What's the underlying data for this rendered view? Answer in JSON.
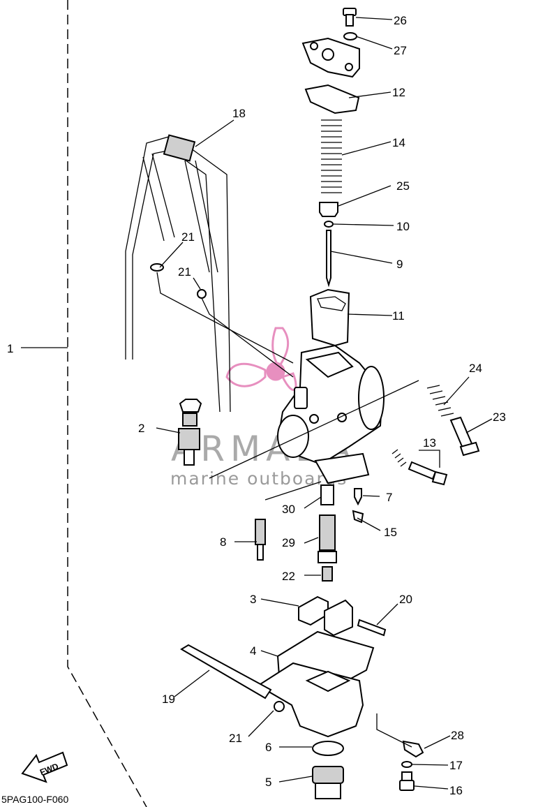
{
  "diagram_code": "5PAG100-F060",
  "fwd_label": "FWD",
  "watermark": {
    "brand": "ARMADA",
    "tagline": "marine outboards",
    "color": "#e78fbf"
  },
  "callouts": [
    "1",
    "2",
    "3",
    "4",
    "5",
    "6",
    "7",
    "8",
    "9",
    "10",
    "11",
    "12",
    "13",
    "14",
    "15",
    "16",
    "17",
    "18",
    "19",
    "20",
    "21",
    "21",
    "21",
    "22",
    "23",
    "24",
    "25",
    "26",
    "27",
    "28",
    "29",
    "30"
  ]
}
